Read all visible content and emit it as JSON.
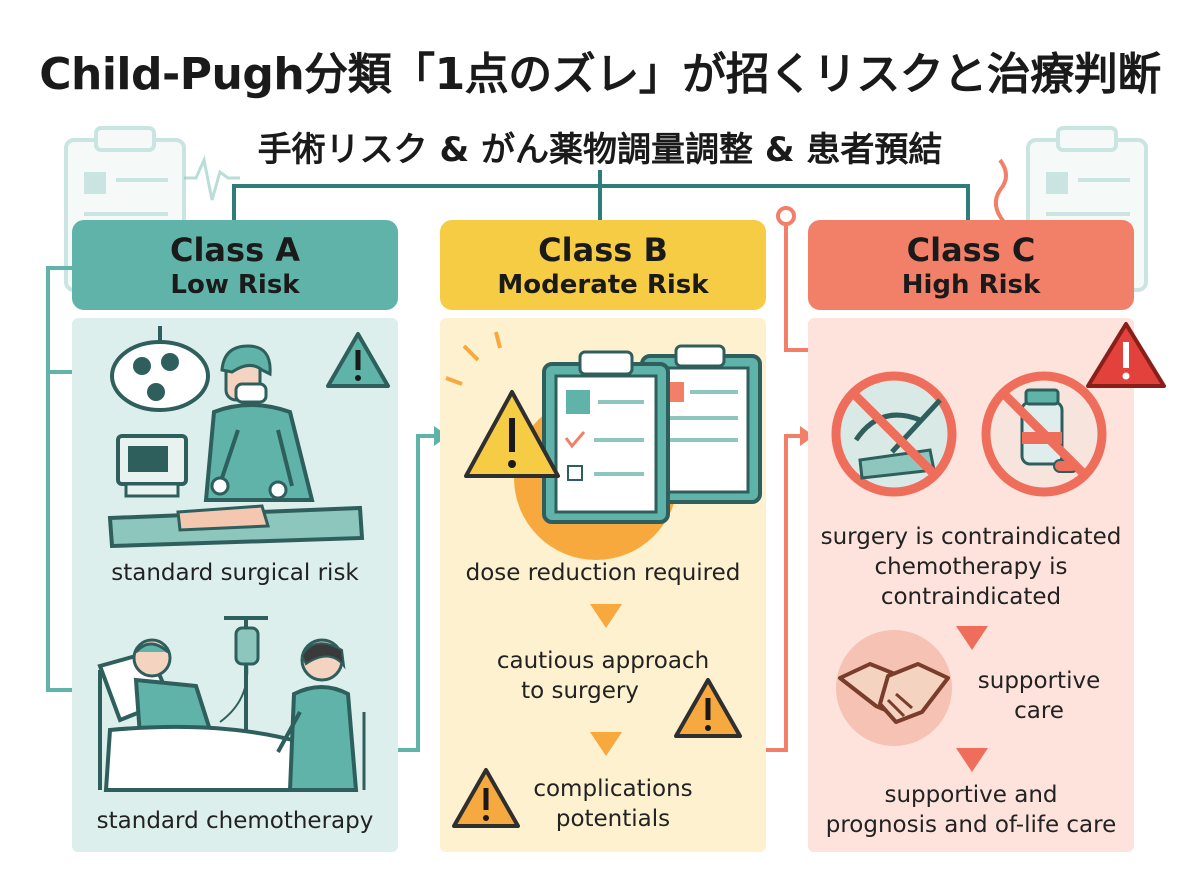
{
  "title": "Child-Pugh分類「1点のズレ」が招くリスクと治療判断",
  "subtitle": "手術リスク & がん薬物調量調整 & 患者預結",
  "colors": {
    "teal": "#5fb3a8",
    "yellow": "#f6cc45",
    "coral": "#f28069",
    "teal_bg": "#dcefec",
    "yellow_bg": "#fdf1d0",
    "coral_bg": "#fde3dc"
  },
  "classes": [
    {
      "name": "Class A",
      "risk": "Low Risk",
      "items": [
        "standard surgical risk",
        "standard chemotherapy"
      ],
      "icons": [
        "surgeon-icon",
        "chemotherapy-patient-icon",
        "warning-icon"
      ]
    },
    {
      "name": "Class B",
      "risk": "Moderate Risk",
      "items": [
        "dose reduction required",
        "cautious approach",
        "to surgery",
        "complications",
        "potentials"
      ],
      "icons": [
        "clipboard-icon",
        "warning-icon",
        "arrow-down-icon"
      ]
    },
    {
      "name": "Class C",
      "risk": "High Risk",
      "items": [
        "surgery is contraindicated",
        "chemotherapy is",
        "contraindicated",
        "supportive",
        "care",
        "supportive and",
        "prognosis and of-life care"
      ],
      "icons": [
        "no-surgery-icon",
        "no-medication-icon",
        "handshake-icon",
        "warning-icon"
      ]
    }
  ]
}
